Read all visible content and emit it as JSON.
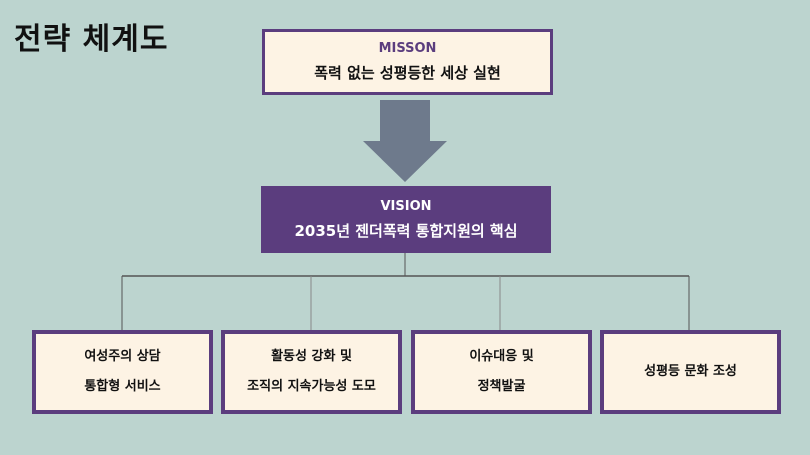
{
  "title": "전략 체계도",
  "mission": {
    "label": "MISSON",
    "text": "폭력 없는 성평등한 세상 실현"
  },
  "vision": {
    "label": "VISION",
    "text": "2035년 젠더폭력 통합지원의 핵심"
  },
  "goals": [
    {
      "line1": "여성주의 상담",
      "line2": "통합형 서비스"
    },
    {
      "line1": "활동성 강화 및",
      "line2": "조직의 지속가능성 도모"
    },
    {
      "line1": "이슈대응 및",
      "line2": "정책발굴"
    },
    {
      "line1": "성평등 문화 조성",
      "line2": ""
    }
  ],
  "colors": {
    "background": "#bcd4cf",
    "purple": "#5b3d7e",
    "cream": "#fdf3e4",
    "arrow": "#6e7a8c"
  }
}
